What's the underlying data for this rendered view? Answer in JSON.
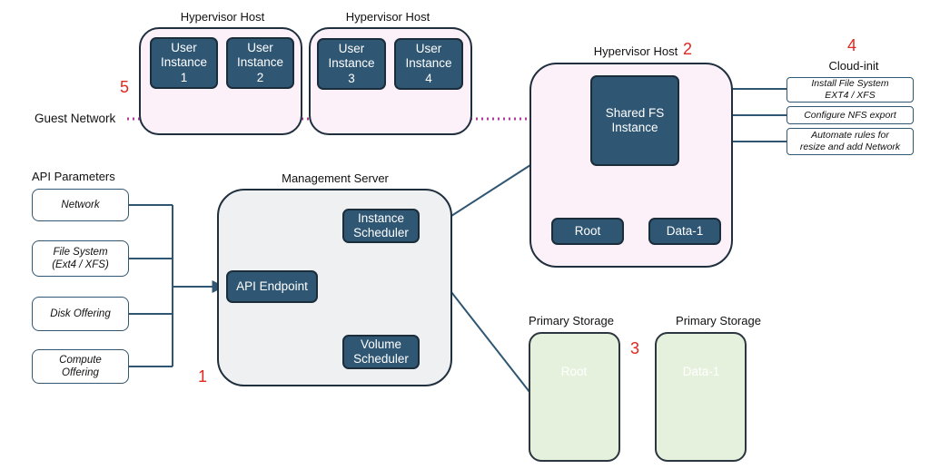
{
  "hypervisor_title": "Hypervisor Host",
  "user_instances": [
    "User\nInstance\n1",
    "User\nInstance\n2",
    "User\nInstance\n3",
    "User\nInstance\n4"
  ],
  "guest_network": "Guest Network",
  "shared_fs": "Shared FS\nInstance",
  "volumes": [
    "Root",
    "Data-1"
  ],
  "cloud_init": {
    "title": "Cloud-init",
    "items": [
      "Install File System\nEXT4 / XFS",
      "Configure NFS export",
      "Automate rules for\nresize and add Network"
    ]
  },
  "api_parameters": {
    "title": "API Parameters",
    "items": [
      "Network",
      "File System\n(Ext4 / XFS)",
      "Disk Offering",
      "Compute\nOffering"
    ]
  },
  "management_server": {
    "title": "Management Server",
    "instance_scheduler": "Instance\nScheduler",
    "api_endpoint": "API Endpoint",
    "volume_scheduler": "Volume\nScheduler"
  },
  "primary_storage_title": "Primary Storage",
  "callouts": [
    "1",
    "2",
    "3",
    "4",
    "5"
  ],
  "colors": {
    "node": "#2f5673",
    "pink": "#fcf1f8",
    "grey": "#eef0f2",
    "green": "#e6f1dd",
    "network": "#b23a9e",
    "callout": "#e0281f"
  }
}
